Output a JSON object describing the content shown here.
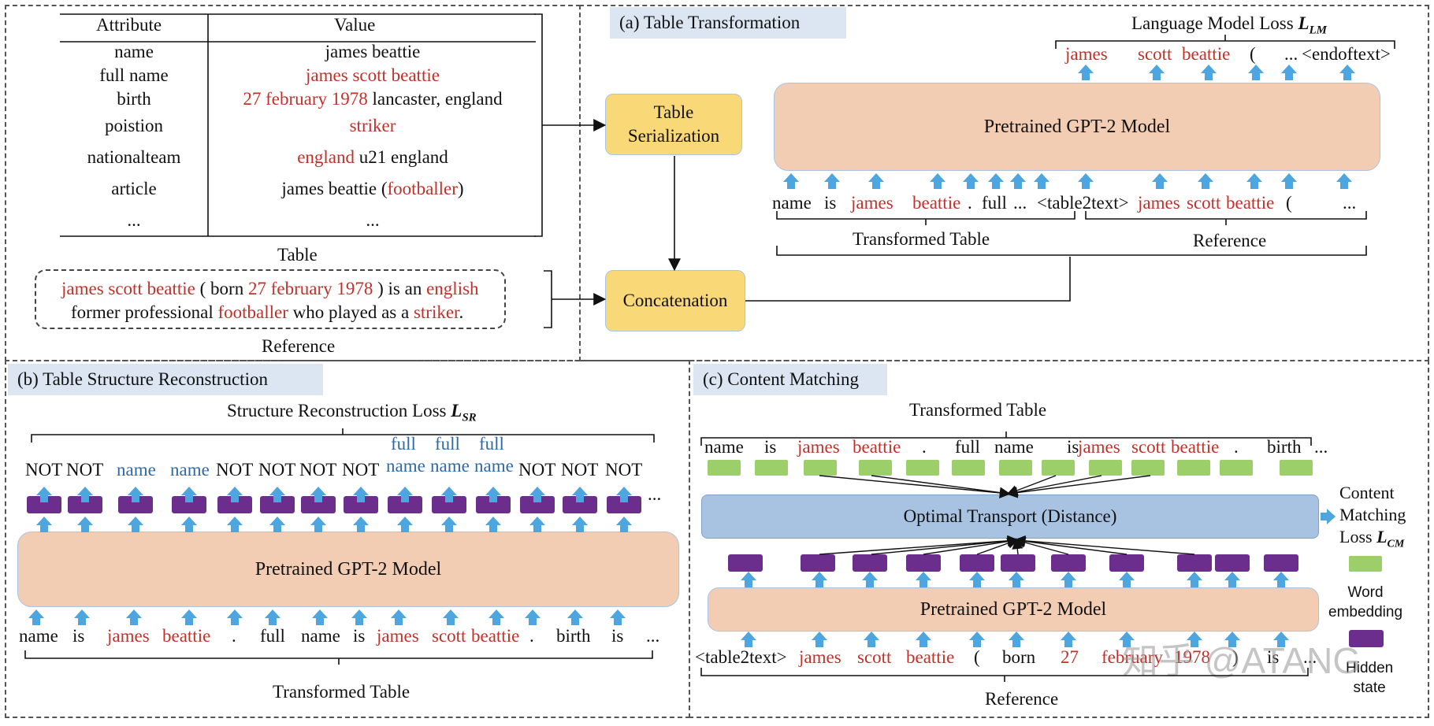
{
  "panel_a": {
    "title": "(a) Table Transformation",
    "table": {
      "header_attribute": "Attribute",
      "header_value": "Value",
      "rows": [
        {
          "attr": "name",
          "value": [
            {
              "t": "james beattie",
              "r": false
            }
          ]
        },
        {
          "attr": "full name",
          "value": [
            {
              "t": "james scott beattie",
              "r": true
            }
          ]
        },
        {
          "attr": "birth",
          "value": [
            {
              "t": "27 february 1978",
              "r": true
            },
            {
              "t": " lancaster, england",
              "r": false
            }
          ]
        },
        {
          "attr": "poistion",
          "value": [
            {
              "t": "striker",
              "r": true
            }
          ]
        },
        {
          "attr": "nationalteam",
          "value": [
            {
              "t": "england",
              "r": true
            },
            {
              "t": " u21 england",
              "r": false
            }
          ]
        },
        {
          "attr": "article",
          "value": [
            {
              "t": "james beattie (",
              "r": false
            },
            {
              "t": "footballer",
              "r": true
            },
            {
              "t": ")",
              "r": false
            }
          ]
        },
        {
          "attr": "...",
          "value": [
            {
              "t": "...",
              "r": false
            }
          ]
        }
      ],
      "caption": "Table"
    },
    "reference_text": {
      "line1": [
        {
          "t": "james scott beattie",
          "r": true
        },
        {
          "t": " ( born ",
          "r": false
        },
        {
          "t": "27 february 1978",
          "r": true
        },
        {
          "t": " ) is an ",
          "r": false
        },
        {
          "t": "english",
          "r": true
        }
      ],
      "line2": [
        {
          "t": "former professional  ",
          "r": false
        },
        {
          "t": "footballer",
          "r": true
        },
        {
          "t": " who played as a ",
          "r": false
        },
        {
          "t": "striker",
          "r": true
        },
        {
          "t": ".",
          "r": false
        }
      ],
      "caption": "Reference"
    },
    "serialization_label": "Table\nSerialization",
    "concatenation_label": "Concatenation",
    "loss_label": "Language Model Loss ",
    "loss_symbol": "L",
    "loss_sub": "LM",
    "gpt_label": "Pretrained GPT-2 Model",
    "outputs": [
      {
        "t": "james",
        "r": true
      },
      {
        "t": "scott",
        "r": true
      },
      {
        "t": "beattie",
        "r": true
      },
      {
        "t": "(",
        "r": false
      },
      {
        "t": "...",
        "r": false
      },
      {
        "t": "<endoftext>",
        "r": false
      }
    ],
    "inputs": [
      {
        "t": "name",
        "r": false
      },
      {
        "t": "is",
        "r": false
      },
      {
        "t": "james",
        "r": true
      },
      {
        "t": "beattie",
        "r": true
      },
      {
        "t": ".",
        "r": false
      },
      {
        "t": "full",
        "r": false
      },
      {
        "t": "...",
        "r": false
      },
      {
        "t": "<table2text>",
        "r": false
      },
      {
        "t": "james",
        "r": true
      },
      {
        "t": "scott",
        "r": true
      },
      {
        "t": "beattie",
        "r": true
      },
      {
        "t": "(",
        "r": false
      },
      {
        "t": "...",
        "r": false
      }
    ],
    "transformed_table_label": "Transformed Table",
    "reference_label": "Reference"
  },
  "panel_b": {
    "title": "(b) Table Structure Reconstruction",
    "loss_label": "Structure Reconstruction Loss ",
    "loss_symbol": "L",
    "loss_sub": "SR",
    "outputs": [
      {
        "t": "NOT",
        "c": "k"
      },
      {
        "t": "NOT",
        "c": "k"
      },
      {
        "t": "name",
        "c": "b"
      },
      {
        "t": "name",
        "c": "b"
      },
      {
        "t": "NOT",
        "c": "k"
      },
      {
        "t": "NOT",
        "c": "k"
      },
      {
        "t": "NOT",
        "c": "k"
      },
      {
        "t": "NOT",
        "c": "k"
      },
      {
        "t": "name",
        "c": "b",
        "top": "full"
      },
      {
        "t": "name",
        "c": "b",
        "top": "full"
      },
      {
        "t": "name",
        "c": "b",
        "top": "full"
      },
      {
        "t": "NOT",
        "c": "k"
      },
      {
        "t": "NOT",
        "c": "k"
      },
      {
        "t": "NOT",
        "c": "k"
      }
    ],
    "gpt_label": "Pretrained GPT-2 Model",
    "inputs": [
      {
        "t": "name",
        "r": false
      },
      {
        "t": "is",
        "r": false
      },
      {
        "t": "james",
        "r": true
      },
      {
        "t": "beattie",
        "r": true
      },
      {
        "t": ".",
        "r": false
      },
      {
        "t": "full",
        "r": false
      },
      {
        "t": "name",
        "r": false
      },
      {
        "t": "is",
        "r": false
      },
      {
        "t": "james",
        "r": true
      },
      {
        "t": "scott",
        "r": true
      },
      {
        "t": "beattie",
        "r": true
      },
      {
        "t": ".",
        "r": false
      },
      {
        "t": "birth",
        "r": false
      },
      {
        "t": "is",
        "r": false
      },
      {
        "t": "...",
        "r": false
      }
    ],
    "ellipsis": "...",
    "bottom_label": "Transformed Table"
  },
  "panel_c": {
    "title": "(c) Content Matching",
    "top_label": "Transformed Table",
    "top_tokens": [
      {
        "t": "name",
        "r": false
      },
      {
        "t": "is",
        "r": false
      },
      {
        "t": "james",
        "r": true
      },
      {
        "t": "beattie",
        "r": true
      },
      {
        "t": ".",
        "r": false
      },
      {
        "t": "full",
        "r": false
      },
      {
        "t": "name",
        "r": false
      },
      {
        "t": "is",
        "r": false
      },
      {
        "t": "james",
        "r": true
      },
      {
        "t": "scott",
        "r": true
      },
      {
        "t": "beattie",
        "r": true
      },
      {
        "t": ".",
        "r": false
      },
      {
        "t": "birth",
        "r": false
      },
      {
        "t": "...",
        "r": false
      }
    ],
    "ot_label": "Optimal Transport (Distance)",
    "gpt_label": "Pretrained GPT-2 Model",
    "inputs": [
      {
        "t": "<table2text>",
        "r": false
      },
      {
        "t": "james",
        "r": true
      },
      {
        "t": "scott",
        "r": true
      },
      {
        "t": "beattie",
        "r": true
      },
      {
        "t": "(",
        "r": false
      },
      {
        "t": "born",
        "r": false
      },
      {
        "t": "27",
        "r": true
      },
      {
        "t": "february",
        "r": true
      },
      {
        "t": "1978",
        "r": true
      },
      {
        "t": ")",
        "r": false
      },
      {
        "t": "is",
        "r": false
      },
      {
        "t": "...",
        "r": false
      }
    ],
    "bottom_label": "Reference",
    "legend_loss_lines": [
      "Content",
      "Matching",
      "Loss "
    ],
    "legend_loss_symbol": "L",
    "legend_loss_sub": "CM",
    "legend_word_lines": [
      "Word",
      "embedding"
    ],
    "legend_hidden_lines": [
      "Hidden",
      "state"
    ]
  },
  "watermark": "知乎 @ATANG",
  "colors": {
    "red": "#c0312b",
    "blue_arrow": "#4ea6e0",
    "purple": "#6b2e8c",
    "green": "#9ccf6a",
    "gpt": "#f2cdb3",
    "yellow": "#f9d878",
    "ot": "#a8c3e2",
    "tab": "#dbe6f2"
  }
}
